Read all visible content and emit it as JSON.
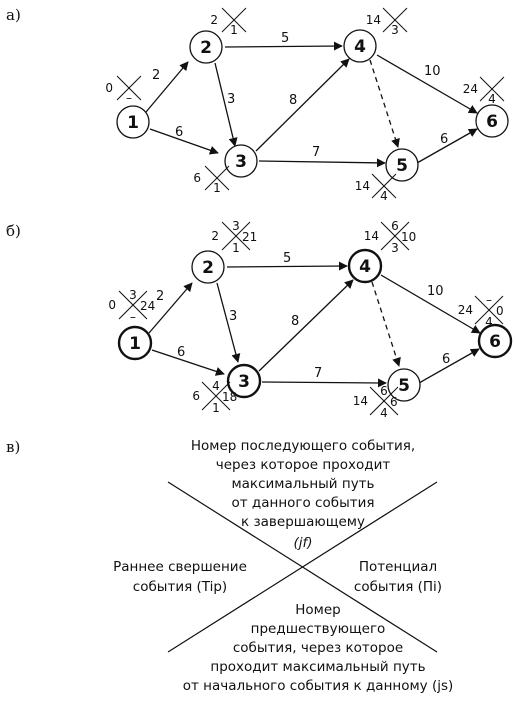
{
  "panel_labels": [
    "а)",
    "б)",
    "в)"
  ],
  "weights": {
    "e12": "2",
    "e13": "6",
    "e23": "3",
    "e24": "5",
    "e34": "8",
    "e35": "7",
    "e46": "10",
    "e56": "6"
  },
  "nodes": [
    "1",
    "2",
    "3",
    "4",
    "5",
    "6"
  ],
  "diagram_a": {
    "n1": {
      "top": "0",
      "bottom": "–"
    },
    "n2": {
      "top": "2",
      "bottom": "1"
    },
    "n3": {
      "left": "6",
      "bottom": "1"
    },
    "n4": {
      "left": "14",
      "bottom": "3"
    },
    "n5": {
      "left": "14",
      "bottom": "4"
    },
    "n6": {
      "left": "24",
      "bottom": "4"
    }
  },
  "diagram_b": {
    "n1": {
      "left": "0",
      "top": "3",
      "right": "24",
      "bottom": "–"
    },
    "n2": {
      "left": "2",
      "top": "3",
      "right": "21",
      "bottom": "1"
    },
    "n3": {
      "left": "6",
      "top": "4",
      "right": "18",
      "bottom": "1"
    },
    "n4": {
      "left": "14",
      "top": "6",
      "right": "10",
      "bottom": "3"
    },
    "n5": {
      "left": "14",
      "top": "6",
      "right": "6",
      "bottom": "4"
    },
    "n6": {
      "left": "24",
      "top": "–",
      "right": "0",
      "bottom": "4"
    }
  },
  "legend": {
    "top_lines": [
      "Номер последующего события,",
      "через которое проходит",
      "максимальный путь",
      "от данного события",
      "к завершающему"
    ],
    "top_symbol": "(jf)",
    "left_lines": [
      "Раннее свершение",
      "события (Tiр)"
    ],
    "right_lines": [
      "Потенциал",
      "события (Пi)"
    ],
    "bottom_lines": [
      "Номер",
      "предшествующего",
      "события, через которое",
      "проходит максимальный путь",
      "от начального события к данному (js)"
    ]
  }
}
